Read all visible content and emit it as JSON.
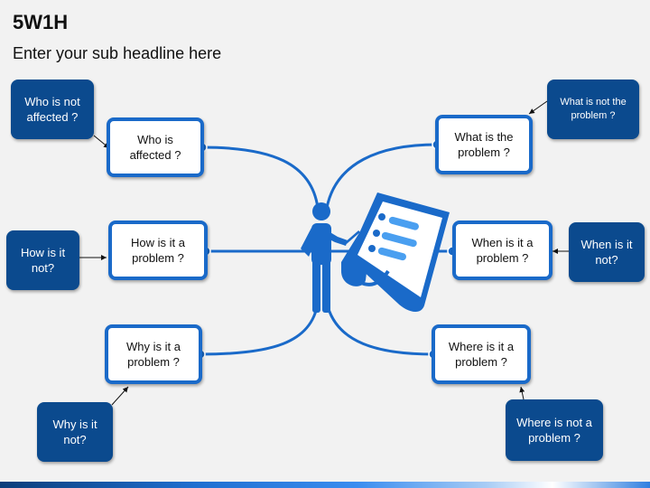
{
  "header": {
    "title": "5W1H",
    "subtitle": "Enter your sub headline here"
  },
  "nodes": {
    "who": "Who is\naffected ?",
    "how": "How is it a\nproblem ?",
    "why": "Why is it a\nproblem ?",
    "what": "What is the\nproblem ?",
    "when": "When is it a\nproblem ?",
    "where": "Where is it a\nproblem ?"
  },
  "callouts": {
    "who_not": "Who is not\naffected ?",
    "how_not": "How is it\nnot?",
    "why_not": "Why is it\nnot?",
    "what_not": "What is not the\nproblem ?",
    "when_not": "When is it\nnot?",
    "where_not": "Where is not a\nproblem ?"
  },
  "colors": {
    "primary_blue": "#1a6ac9",
    "dark_blue": "#0b4a8e",
    "light_blue": "#4a9ff0",
    "background": "#f2f2f2"
  }
}
